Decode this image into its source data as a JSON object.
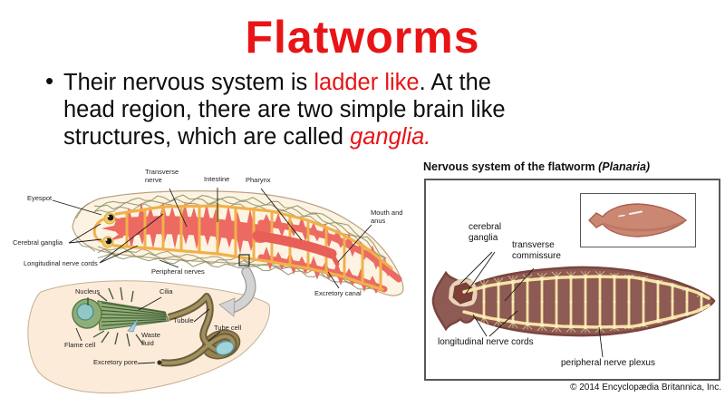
{
  "title": "Flatworms",
  "bullet": {
    "marker": "•",
    "line1": {
      "part1": "Their nervous system is ",
      "highlight": "ladder like",
      "part2": ". At the"
    },
    "line2": "head region, there are two simple brain like",
    "line3": {
      "part1": "structures, which are called ",
      "highlight": "ganglia."
    }
  },
  "left_diagram": {
    "labels": {
      "eyespot": "Eyespot",
      "cerebral_ganglia": "Cerebral ganglia",
      "longitudinal_nerve_cords": "Longitudinal nerve cords",
      "transverse_nerve": "Transverse nerve",
      "intestine": "Intestine",
      "pharynx": "Pharynx",
      "mouth_and_anus": "Mouth and anus",
      "peripheral_nerves": "Peripheral nerves",
      "excretory_canal": "Excretory canal"
    },
    "inset_labels": {
      "nucleus": "Nucleus",
      "cilia": "Cilia",
      "tubule": "Tubule",
      "tube_cell": "Tube cell",
      "waste_fluid": "Waste fluid",
      "flame_cell": "Flame cell",
      "excretory_pore": "Excretory pore"
    }
  },
  "right_diagram": {
    "caption_main": "Nervous system of the flatworm ",
    "caption_italic": "(Planaria)",
    "labels": {
      "cerebral_ganglia": "cerebral ganglia",
      "transverse_commissure": "transverse commissure",
      "longitudinal_nerve_cords": "longitudinal nerve cords",
      "peripheral_nerve_plexus": "peripheral nerve plexus"
    },
    "credit": "© 2014 Encyclopædia Britannica, Inc."
  },
  "colors": {
    "title_red": "#e81416",
    "intestine_red": "#ec6a62",
    "nerve_orange": "#f1b04a",
    "mesh_olive": "#8d8d5e",
    "body_cream": "#fdf3e2",
    "right_worm_maroon": "#8e5a54",
    "right_nerve_cream": "#f5e3a5",
    "inset_peach": "#fcebd9",
    "flame_cell_green": "#8fae77",
    "nucleus_teal": "#92c7c5",
    "tubule_brown": "#6b5e3c"
  }
}
